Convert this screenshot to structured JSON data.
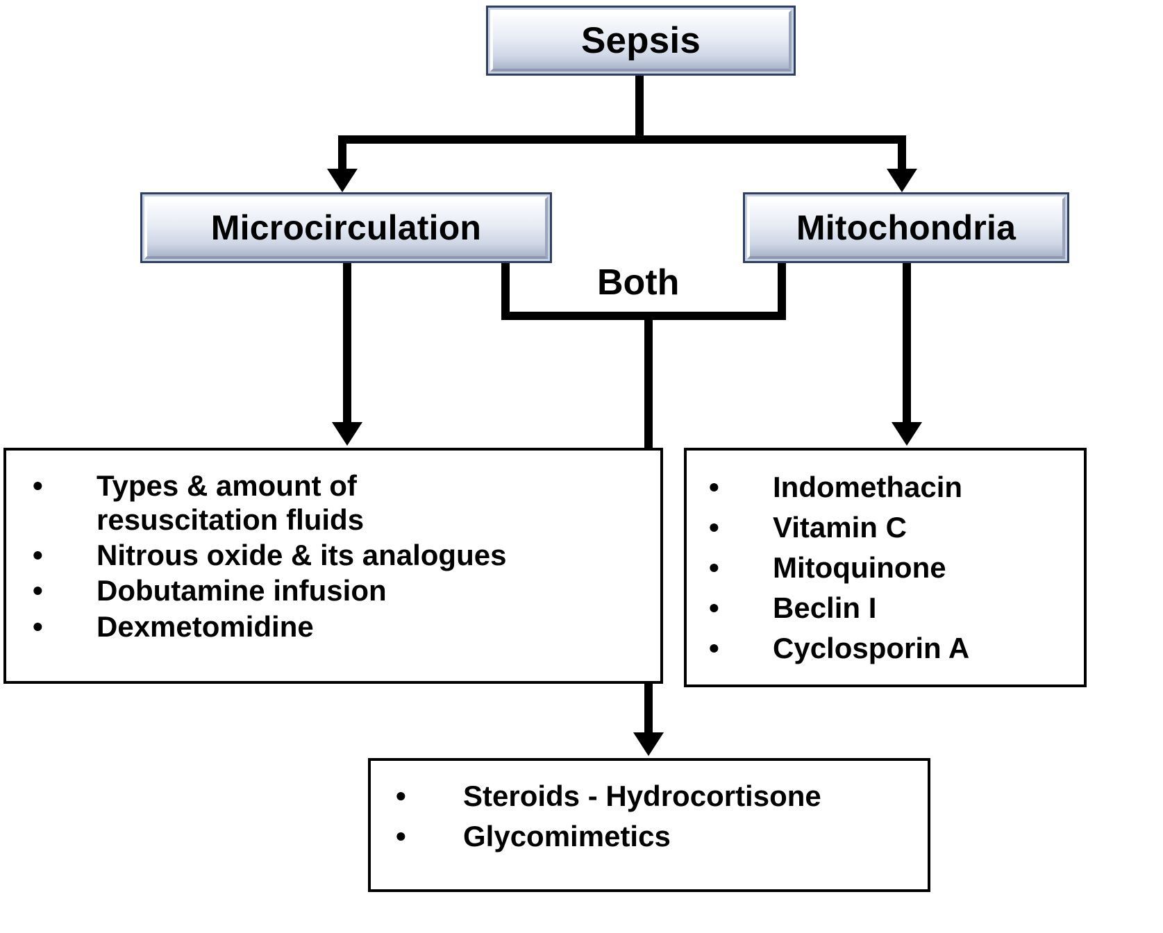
{
  "diagram": {
    "title_node": {
      "label": "Sepsis"
    },
    "branch_nodes": [
      {
        "label": "Microcirculation"
      },
      {
        "label": "Mitochondria"
      }
    ],
    "junction_label": "Both",
    "bullet_glyph": "•",
    "lists": {
      "microcirculation": {
        "items": [
          "Types & amount of resuscitation fluids",
          "Nitrous oxide & its analogues",
          "Dobutamine infusion",
          "Dexmetomidine"
        ]
      },
      "mitochondria": {
        "items": [
          "Indomethacin",
          "Vitamin C",
          "Mitoquinone",
          "Beclin I",
          "Cyclosporin A"
        ]
      },
      "both": {
        "items": [
          "Steroids - Hydrocortisone",
          "Glycomimetics"
        ]
      }
    },
    "colors": {
      "node_border": "#2f3f63",
      "node_fill_top": "#ffffff",
      "node_fill_bottom": "#aab5ca",
      "connector": "#000000",
      "box_border": "#000000",
      "text": "#000000",
      "background": "#ffffff"
    }
  }
}
